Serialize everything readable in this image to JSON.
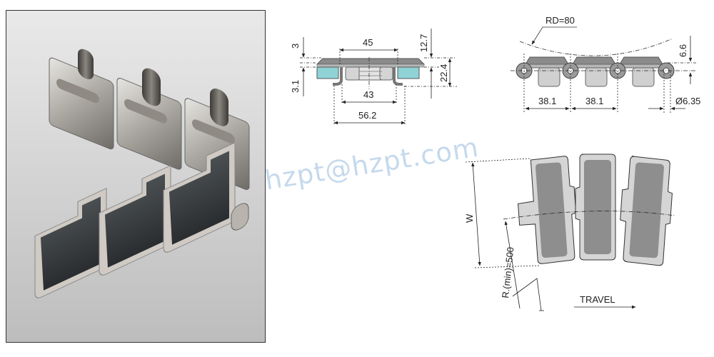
{
  "photo": {
    "label": "product-photo",
    "description": "Stainless steel flat-top chain links, top: bare steel hinge side, bottom: links with black rubber inserts"
  },
  "cross_section": {
    "dims": {
      "top_thickness": "3",
      "insert_offset": "3.1",
      "top_width": "45",
      "inner_width": "43",
      "overall_width": "56.2",
      "height_upper": "12.7",
      "height_total": "22.4"
    },
    "insert_color": "#8fd3d6"
  },
  "side_view": {
    "dims": {
      "radius": "RD=80",
      "plate_height": "6.6",
      "pitch_1": "38.1",
      "pitch_2": "38.1",
      "pin_diameter": "Ø6.35"
    }
  },
  "top_view": {
    "labels": {
      "width": "W",
      "min_radius": "R.(min)=500",
      "travel": "TRAVEL"
    }
  },
  "watermark": {
    "text": "hzpt@hzpt.com"
  }
}
